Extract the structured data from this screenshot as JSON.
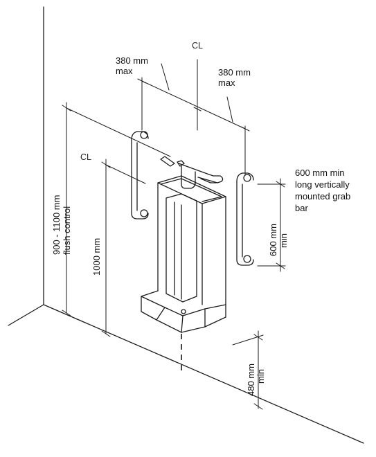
{
  "labels": {
    "cl_top": "CL",
    "cl_left": "CL",
    "spacing_left": [
      "380 mm",
      "max"
    ],
    "spacing_right": [
      "380 mm",
      "max"
    ],
    "grab_bar_note": [
      "600 mm min",
      "long vertically",
      "mounted grab",
      "bar"
    ],
    "grab_bar_dim": [
      "600 mm",
      "min"
    ],
    "flush_control": [
      "900 - 1100 mm",
      "flush control"
    ],
    "height_1000": "1000 mm",
    "floor_480": [
      "480 mm",
      "min"
    ]
  }
}
